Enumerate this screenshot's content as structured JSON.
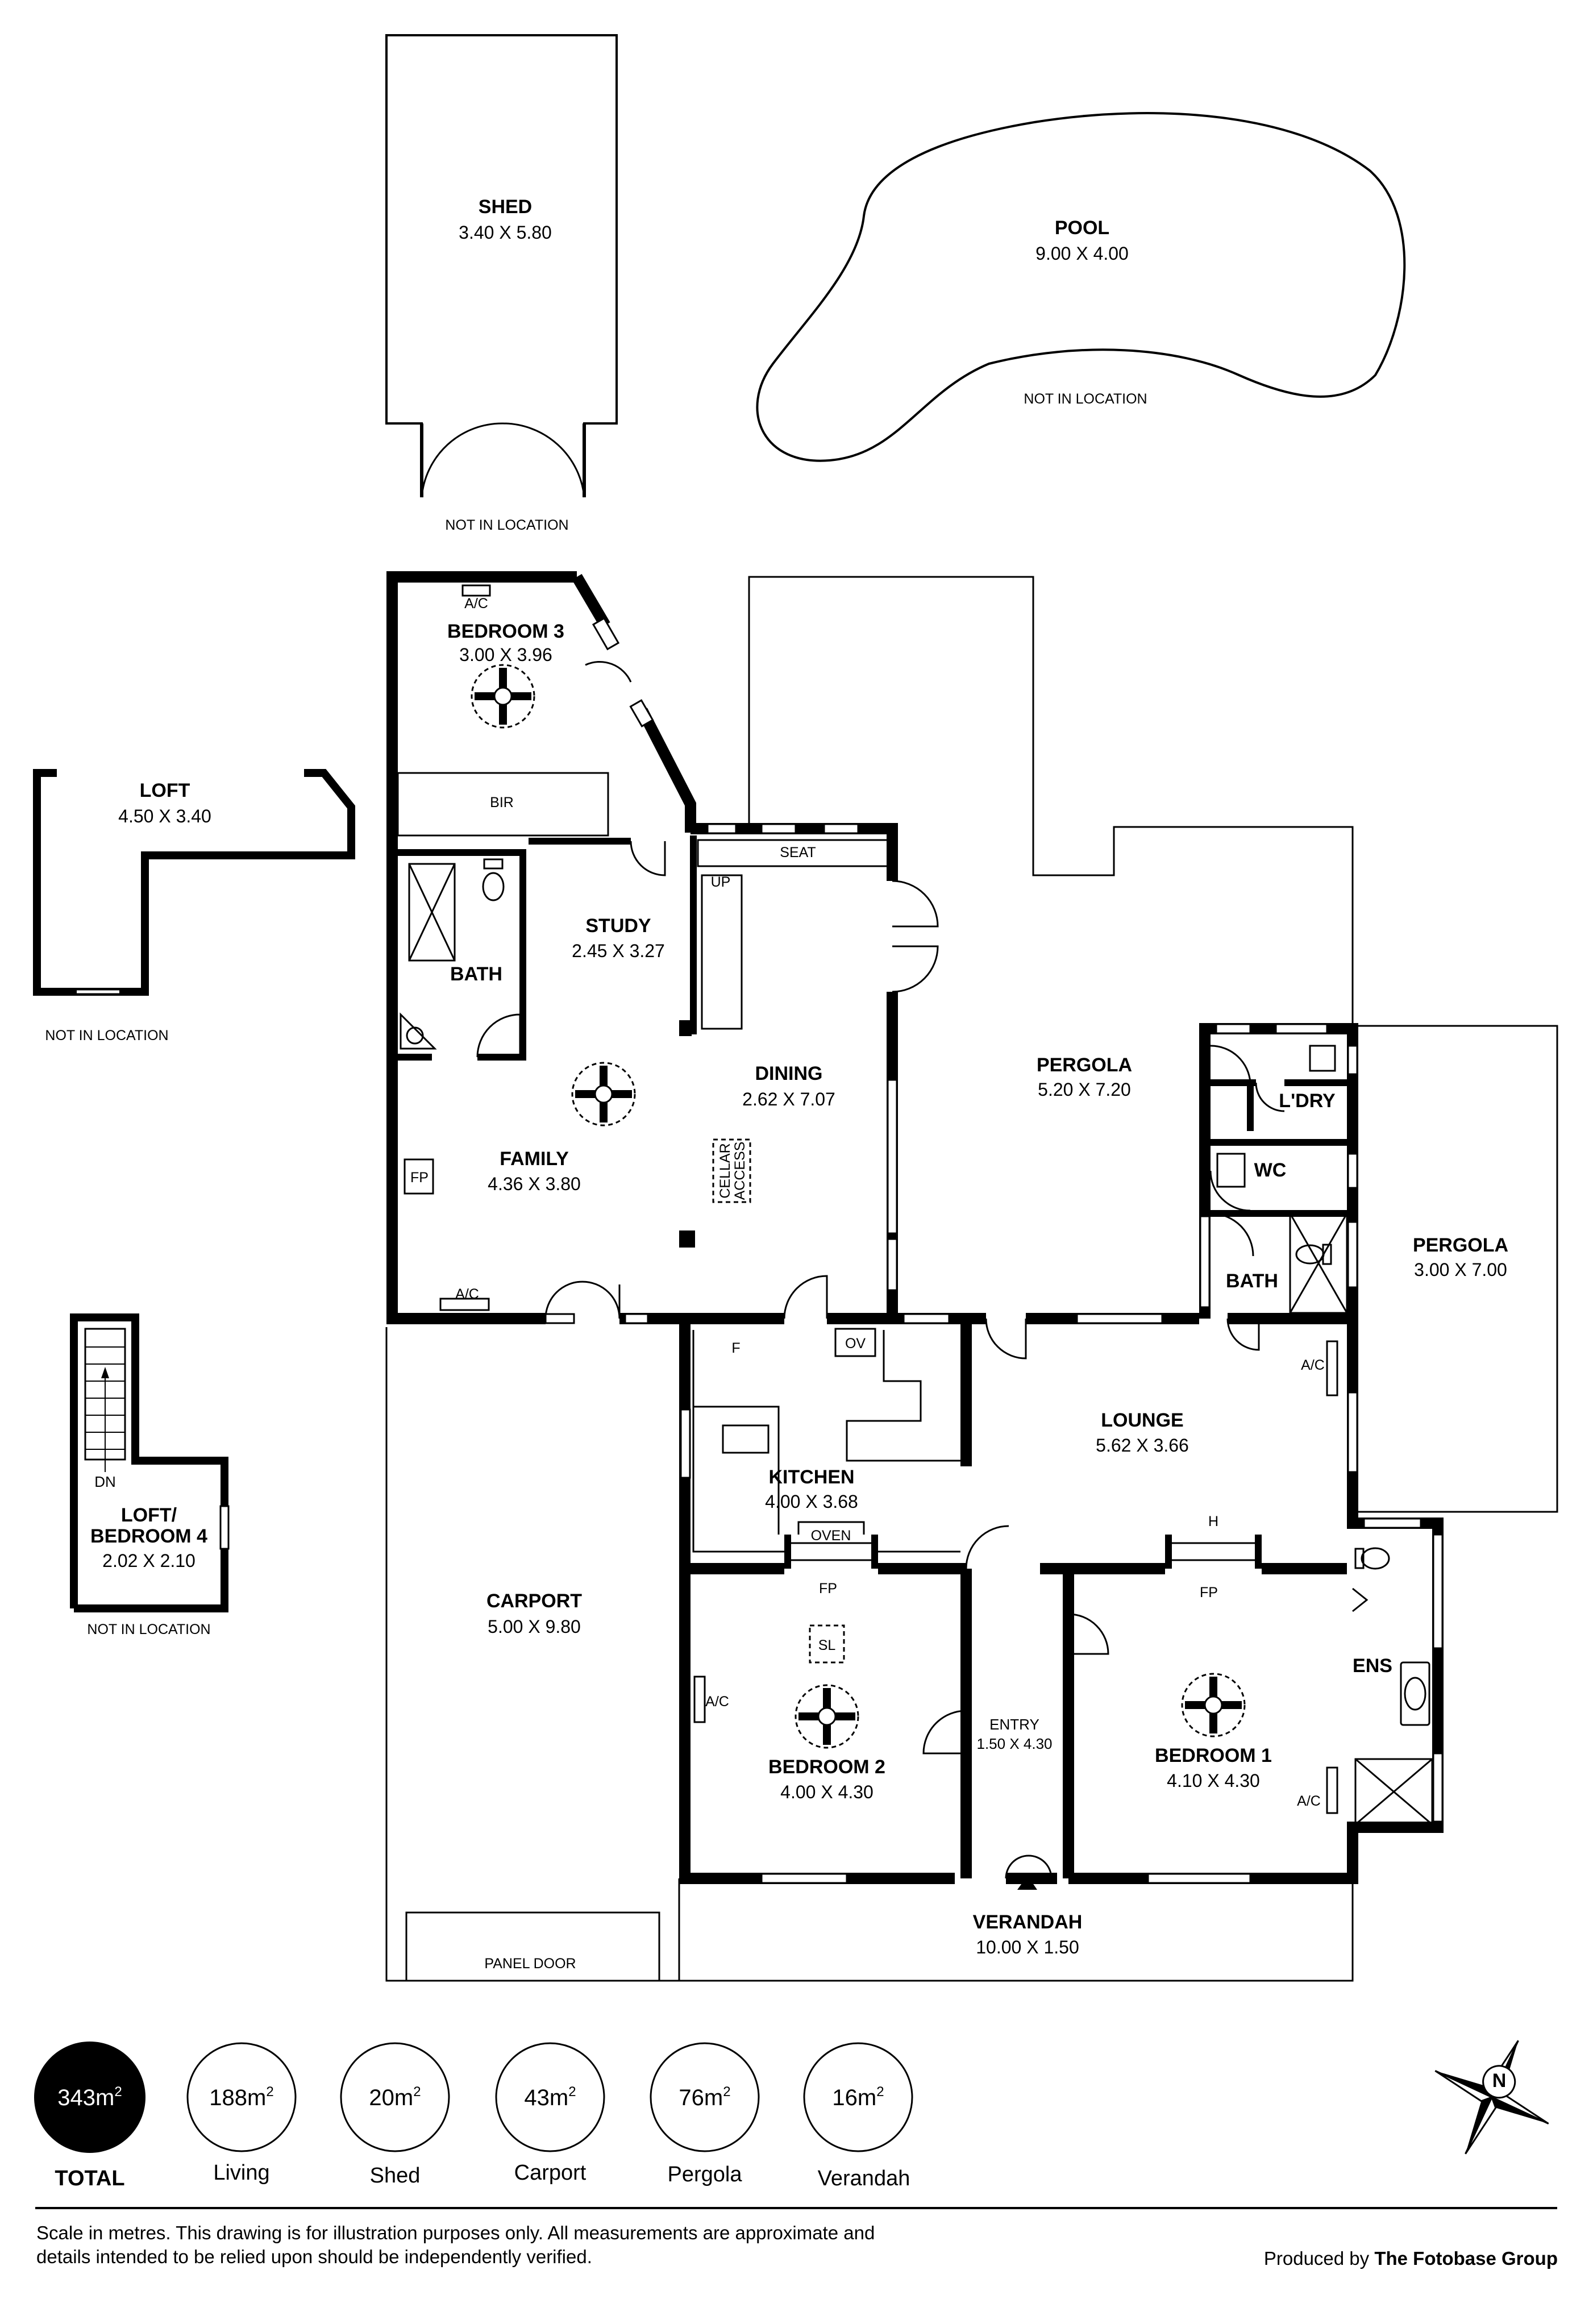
{
  "rooms": {
    "shed": {
      "name": "SHED",
      "dim": "3.40 X 5.80"
    },
    "pool": {
      "name": "POOL",
      "dim": "9.00 X 4.00"
    },
    "loft": {
      "name": "LOFT",
      "dim": "4.50 X 3.40"
    },
    "bedroom3": {
      "name": "BEDROOM 3",
      "dim": "3.00 X 3.96"
    },
    "study": {
      "name": "STUDY",
      "dim": "2.45 X 3.27"
    },
    "bath_left": {
      "name": "BATH"
    },
    "dining": {
      "name": "DINING",
      "dim": "2.62 X 7.07"
    },
    "family": {
      "name": "FAMILY",
      "dim": "4.36 X 3.80"
    },
    "pergola_main": {
      "name": "PERGOLA",
      "dim": "5.20 X 7.20"
    },
    "laundry": {
      "name": "L'DRY"
    },
    "wc": {
      "name": "WC"
    },
    "bath_right": {
      "name": "BATH"
    },
    "pergola_side": {
      "name": "PERGOLA",
      "dim": "3.00 X 7.00"
    },
    "lounge": {
      "name": "LOUNGE",
      "dim": "5.62 X 3.66"
    },
    "kitchen": {
      "name": "KITCHEN",
      "dim": "4.00 X 3.68"
    },
    "loft_bedroom4": {
      "name_line1": "LOFT/",
      "name_line2": "BEDROOM 4",
      "dim": "2.02 X 2.10"
    },
    "carport": {
      "name": "CARPORT",
      "dim": "5.00 X 9.80"
    },
    "bedroom2": {
      "name": "BEDROOM 2",
      "dim": "4.00 X 4.30"
    },
    "entry": {
      "name": "ENTRY",
      "dim": "1.50 X 4.30"
    },
    "bedroom1": {
      "name": "BEDROOM 1",
      "dim": "4.10 X 4.30"
    },
    "ens": {
      "name": "ENS"
    },
    "verandah": {
      "name": "VERANDAH",
      "dim": "10.00 X 1.50"
    }
  },
  "labels": {
    "not_in_location": "NOT IN LOCATION",
    "ac": "A/C",
    "bir": "BIR",
    "seat": "SEAT",
    "up": "UP",
    "dn": "DN",
    "fp": "FP",
    "cellar_access_1": "CELLAR",
    "cellar_access_2": "ACCESS",
    "f": "F",
    "ov": "OV",
    "oven": "OVEN",
    "h": "H",
    "sl": "SL",
    "panel_door": "PANEL DOOR"
  },
  "areas": [
    {
      "value": "343m",
      "sup": "2",
      "caption": "TOTAL",
      "highlight": true
    },
    {
      "value": "188m",
      "sup": "2",
      "caption": "Living",
      "highlight": false
    },
    {
      "value": "20m",
      "sup": "2",
      "caption": "Shed",
      "highlight": false
    },
    {
      "value": "43m",
      "sup": "2",
      "caption": "Carport",
      "highlight": false
    },
    {
      "value": "76m",
      "sup": "2",
      "caption": "Pergola",
      "highlight": false
    },
    {
      "value": "16m",
      "sup": "2",
      "caption": "Verandah",
      "highlight": false
    }
  ],
  "compass": {
    "label": "N"
  },
  "footer": {
    "disclaimer": "Scale in metres. This drawing is for illustration purposes only. All measurements are approximate and details intended to be relied upon should be independently verified.",
    "produced_prefix": "Produced by ",
    "produced_by": "The Fotobase Group"
  }
}
